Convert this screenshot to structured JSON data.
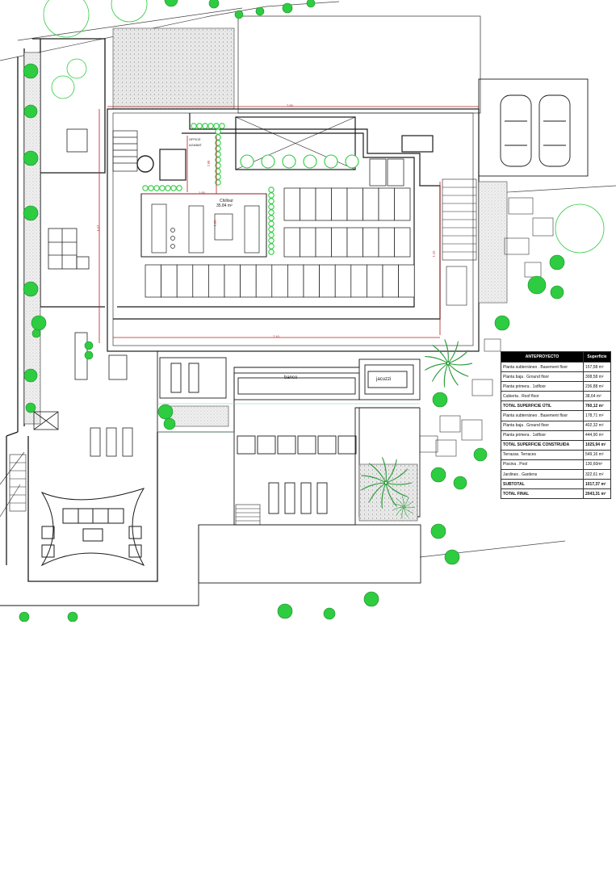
{
  "labels": {
    "office": "OFFICE",
    "pool": "AGABAT",
    "room_name": "Chillout",
    "room_area": "35.84 m²",
    "banco": "banco",
    "jacuzzi": "jacuzzi"
  },
  "dimensions": {
    "top": "7.65",
    "bottom": "7.10",
    "left": "1.17",
    "right": "1.10",
    "d1": "2.88",
    "d2": "1.00",
    "d3": "1.80"
  },
  "table": {
    "header": [
      "ANTEPROYECTO",
      "Superficie"
    ],
    "rows": [
      {
        "label": "Planta subterráneo . Basement floor",
        "value": "157,58 m²",
        "bold": false
      },
      {
        "label": "Planta baja . Ground floor",
        "value": "308,58 m²",
        "bold": false
      },
      {
        "label": "Planta primera . 1stfloor",
        "value": "236,88 m²",
        "bold": false
      },
      {
        "label": "Cubierta . Roof floor",
        "value": "38,64 m²",
        "bold": false
      },
      {
        "label": "TOTAL SUPERFICIE ÚTIL",
        "value": "760,12 m²",
        "bold": true
      },
      {
        "label": "Planta subterráneo . Basement floor",
        "value": "178,71 m²",
        "bold": false
      },
      {
        "label": "Planta baja . Ground floor",
        "value": "402,32 m²",
        "bold": false
      },
      {
        "label": "Planta primera . 1stfloor",
        "value": "444,90 m²",
        "bold": false
      },
      {
        "label": "TOTAL SUPERFICIE CONSTRUIDA",
        "value": "1025,94 m²",
        "bold": true
      },
      {
        "label": "Terrazas. Terraces",
        "value": "549,16 m²",
        "bold": false
      },
      {
        "label": "Piscina . Pool",
        "value": "130,60m²",
        "bold": false
      },
      {
        "label": "Jardines . Gardens",
        "value": "322,61 m²",
        "bold": false
      },
      {
        "label": "SUBTOTAL",
        "value": "1017,37 m²",
        "bold": true
      },
      {
        "label": "TOTAL FINAL",
        "value": "2043,31 m²",
        "bold": true
      }
    ]
  },
  "colors": {
    "line": "#1a1a1a",
    "dimension": "#b22222",
    "greenery": "#2ecc40",
    "palm": "#2e9e3a",
    "hatch": "#e6e6e6"
  }
}
